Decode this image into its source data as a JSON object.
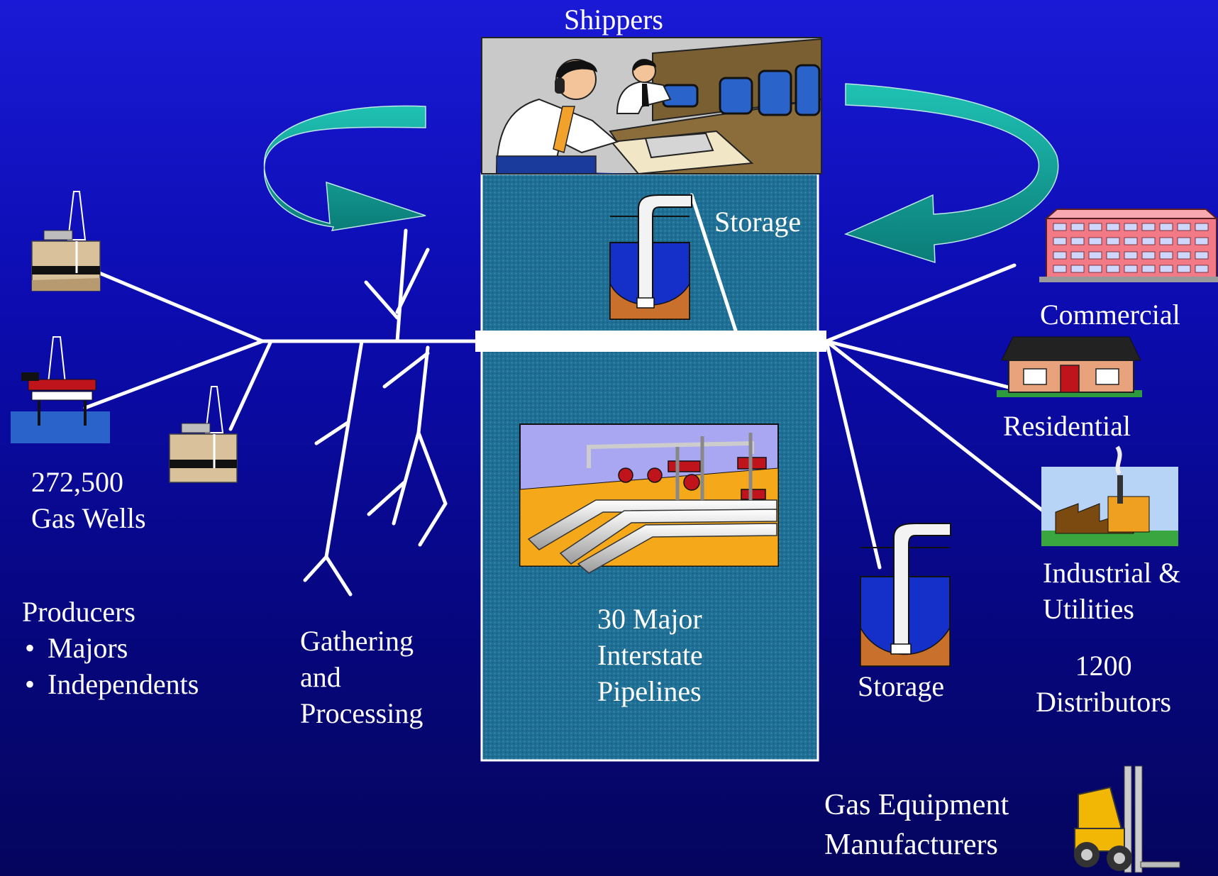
{
  "shippers": {
    "label": "Shippers"
  },
  "pipeline_block": {
    "storage_label": "Storage",
    "pipelines_lines": [
      "30 Major",
      "Interstate",
      "Pipelines"
    ]
  },
  "producers": {
    "wells_lines": [
      "272,500",
      "Gas Wells"
    ],
    "title": "Producers",
    "items": [
      "Majors",
      "Independents"
    ]
  },
  "gathering": {
    "lines": [
      "Gathering",
      "and",
      "Processing"
    ]
  },
  "market": {
    "commercial": "Commercial",
    "residential": "Residential",
    "industrial_lines": [
      "Industrial &",
      "Utilities"
    ],
    "distributors_lines": [
      "1200",
      "Distributors"
    ],
    "storage": "Storage",
    "manufacturers_lines": [
      "Gas Equipment",
      "Manufacturers"
    ]
  },
  "colors": {
    "background_top": "#1a1ad6",
    "background_bottom": "#05055e",
    "arrow_teal": "#12a39a",
    "line_white": "#ffffff",
    "center_panel": "#1f6e94"
  },
  "icons": [
    "oil-derrick-icon",
    "offshore-platform-icon",
    "shippers-office-icon",
    "storage-well-icon",
    "compressor-station-icon",
    "office-building-icon",
    "house-icon",
    "factory-icon",
    "forklift-icon",
    "cycle-arrow-icon"
  ]
}
